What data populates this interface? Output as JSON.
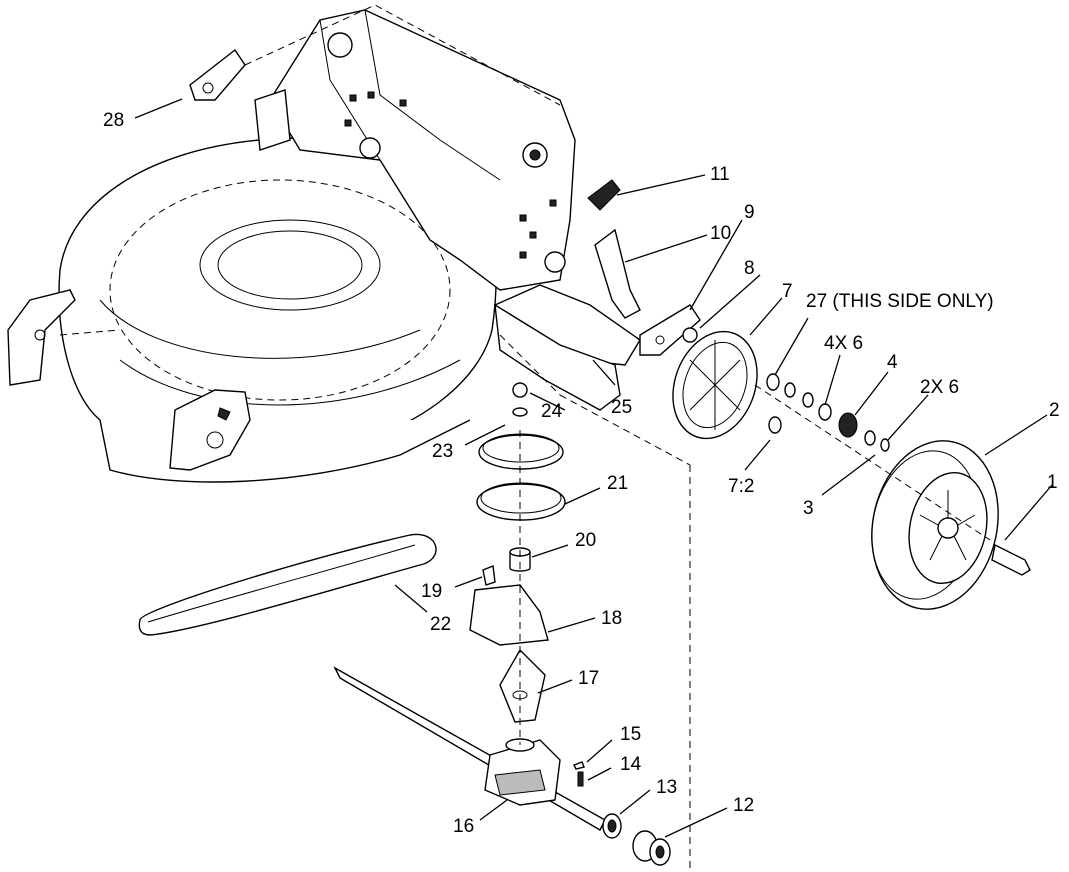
{
  "callouts": [
    {
      "id": "c1",
      "text": "1"
    },
    {
      "id": "c2",
      "text": "2"
    },
    {
      "id": "c3",
      "text": "3"
    },
    {
      "id": "c4",
      "text": "4"
    },
    {
      "id": "c4x6",
      "text": "4X 6"
    },
    {
      "id": "c2x6",
      "text": "2X 6"
    },
    {
      "id": "c7",
      "text": "7"
    },
    {
      "id": "c72",
      "text": "7:2"
    },
    {
      "id": "c8",
      "text": "8"
    },
    {
      "id": "c9",
      "text": "9"
    },
    {
      "id": "c10",
      "text": "10"
    },
    {
      "id": "c11",
      "text": "11"
    },
    {
      "id": "c12",
      "text": "12"
    },
    {
      "id": "c13",
      "text": "13"
    },
    {
      "id": "c14",
      "text": "14"
    },
    {
      "id": "c15",
      "text": "15"
    },
    {
      "id": "c16",
      "text": "16"
    },
    {
      "id": "c17",
      "text": "17"
    },
    {
      "id": "c18",
      "text": "18"
    },
    {
      "id": "c19",
      "text": "19"
    },
    {
      "id": "c20",
      "text": "20"
    },
    {
      "id": "c21",
      "text": "21"
    },
    {
      "id": "c22",
      "text": "22"
    },
    {
      "id": "c23",
      "text": "23"
    },
    {
      "id": "c24",
      "text": "24"
    },
    {
      "id": "c25",
      "text": "25"
    },
    {
      "id": "c27",
      "text": "27 (THIS SIDE ONLY)"
    },
    {
      "id": "c28",
      "text": "28"
    }
  ]
}
